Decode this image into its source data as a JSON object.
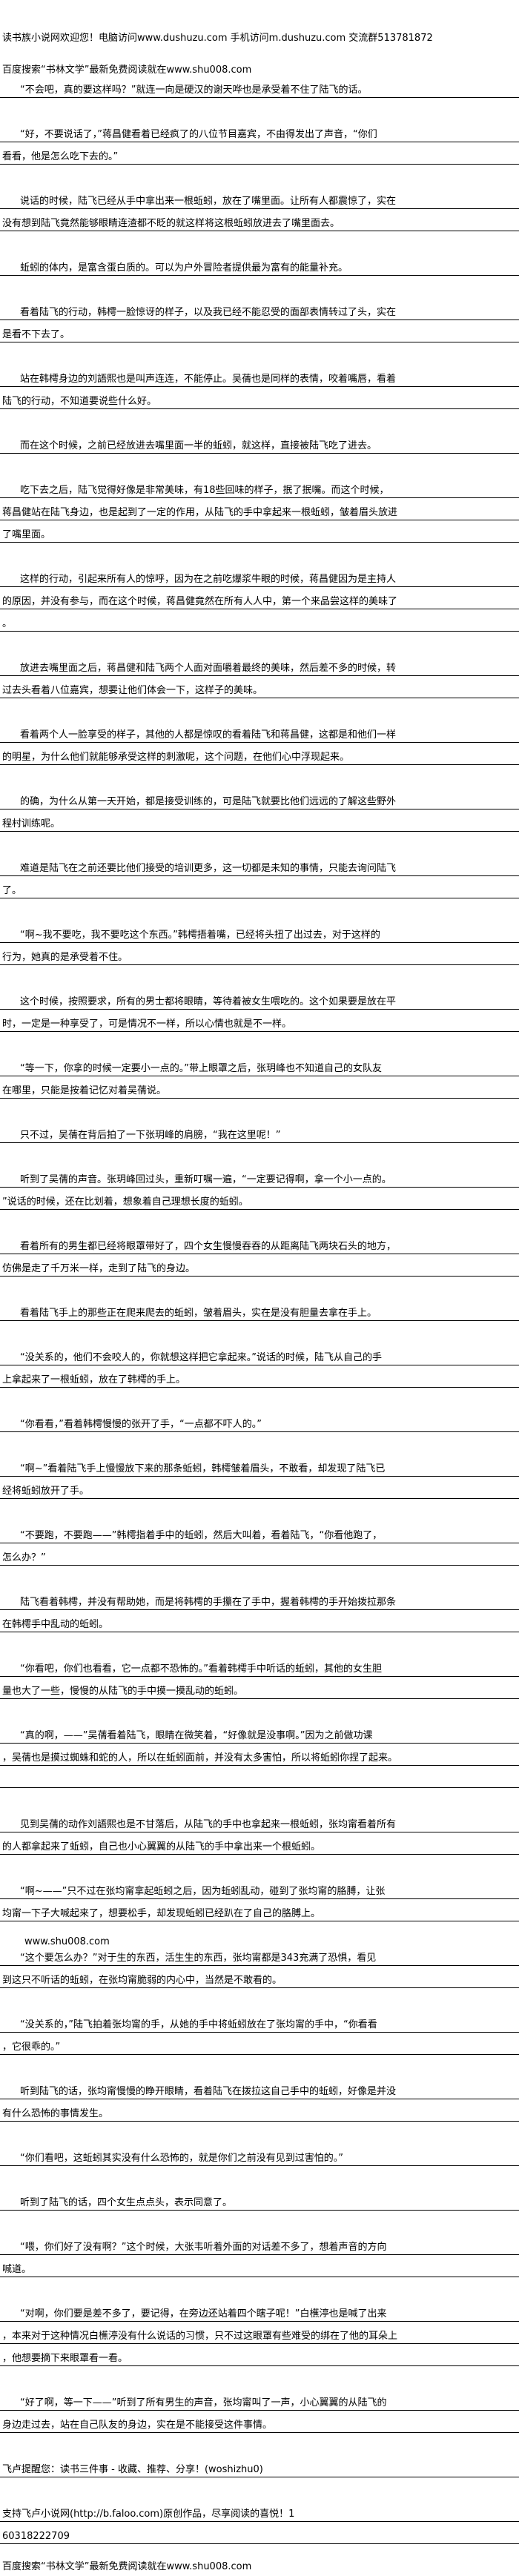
{
  "header": {
    "welcome": "读书族小说网欢迎您！电脑访问www.dushuzu.com 手机访问m.dushuzu.com 交流群513781872",
    "search_promo": "百度搜索“书林文学”最新免费阅读就在www.shu008.com"
  },
  "paragraphs": [
    {
      "lines": [
        "“不会吧，真的要这样吗？”就连一向是硬汉的谢天哗也是承受着不住了陆飞的话。"
      ]
    },
    {
      "lines": [
        "“好，不要说话了，”蒋昌健看着已经疯了的八位节目嘉宾，不由得发出了声音，“你们",
        "看看，他是怎么吃下去的。”"
      ]
    },
    {
      "lines": [
        "说话的时候，陆飞已经从手中拿出来一根蚯蚓，放在了嘴里面。让所有人都震惊了，实在",
        "没有想到陆飞竟然能够眼睛连渣都不眨的就这样将这根蚯蚓放进去了嘴里面去。"
      ]
    },
    {
      "lines": [
        "蚯蚓的体内，是富含蛋白质的。可以为户外冒险者提供最为富有的能量补充。"
      ]
    },
    {
      "lines": [
        "看着陆飞的行动，韩樗一脸惊讶的样子，以及我已经不能忍受的面部表情转过了头，实在",
        "是看不下去了。"
      ]
    },
    {
      "lines": [
        "站在韩樗身边的刘語熙也是叫声连连，不能停止。吴蒨也是同样的表情，咬着嘴唇，看着",
        "陆飞的行动，不知道要说些什么好。"
      ]
    },
    {
      "lines": [
        "而在这个时候，之前已经放进去嘴里面一半的蚯蚓，就这样，直接被陆飞吃了进去。"
      ]
    },
    {
      "lines": [
        "吃下去之后，陆飞觉得好像是非常美味，有18些回味的样子，抿了抿嘴。而这个时候，",
        "蒋昌健站在陆飞身边，也是起到了一定的作用，从陆飞的手中拿起来一根蚯蚓，皱着眉头放进",
        "了嘴里面。"
      ]
    },
    {
      "lines": [
        "这样的行动，引起来所有人的惊呼，因为在之前吃爆浆牛眼的时候，蒋昌健因为是主持人",
        "的原因，并没有参与，而在这个时候，蒋昌健竟然在所有人人中，第一个来品尝这样的美味了",
        "。"
      ]
    },
    {
      "lines": [
        "放进去嘴里面之后，蒋昌健和陆飞两个人面对面嚼着最终的美味，然后差不多的时候，转",
        "过去头看着八位嘉宾，想要让他们体会一下，这样子的美味。"
      ]
    },
    {
      "lines": [
        "看着两个人一脸享受的样子，其他的人都是惊叹的看着陆飞和蒋昌健，这都是和他们一样",
        "的明星，为什么他们就能够承受这样的刺激呢，这个问题，在他们心中浮现起来。"
      ]
    },
    {
      "lines": [
        "的确，为什么从第一天开始，都是接受训练的，可是陆飞就要比他们远远的了解这些野外",
        "程村训练呢。"
      ]
    },
    {
      "lines": [
        "难道是陆飞在之前还要比他们接受的培训更多，这一切都是未知的事情，只能去询问陆飞",
        "了。"
      ]
    },
    {
      "lines": [
        "“啊~我不要吃，我不要吃这个东西。”韩樗捂着嘴，已经将头扭了出过去，对于这样的",
        "行为，她真的是承受着不住。"
      ]
    },
    {
      "lines": [
        "这个时候，按照要求，所有的男士都将眼睛，等待着被女生喂吃的。这个如果要是放在平",
        "时，一定是一种享受了，可是情况不一样，所以心情也就是不一样。"
      ]
    },
    {
      "lines": [
        "“等一下，你拿的时候一定要小一点的。”带上眼罩之后，张玥峰也不知道自己的女队友",
        "在哪里，只能是按着记忆对着吴蒨说。"
      ]
    },
    {
      "lines": [
        "只不过，吴蒨在背后拍了一下张玥峰的肩膀，“我在这里呢！”"
      ]
    },
    {
      "lines": [
        "听到了吴蒨的声音。张玥峰回过头，重新叮嘱一遍，“一定要记得啊，拿一个小一点的。",
        "”说话的时候，还在比划着，想象着自己理想长度的蚯蚓。"
      ]
    },
    {
      "lines": [
        "看着所有的男生都已经将眼罩带好了，四个女生慢慢吞吞的从距离陆飞两块石头的地方，",
        "仿佛是走了千万米一样，走到了陆飞的身边。"
      ]
    },
    {
      "lines": [
        "看着陆飞手上的那些正在爬来爬去的蚯蚓，皱着眉头，实在是没有胆量去拿在手上。"
      ]
    },
    {
      "lines": [
        "“没关系的，他们不会咬人的，你就想这样把它拿起来。”说话的时候，陆飞从自己的手",
        "上拿起来了一根蚯蚓，放在了韩樗的手上。"
      ]
    },
    {
      "lines": [
        "“你看看，”看着韩樗慢慢的张开了手，“一点都不吓人的。”"
      ]
    },
    {
      "lines": [
        "“啊~”看着陆飞手上慢慢放下来的那条蚯蚓，韩樗皱着眉头，不敢看，却发现了陆飞已",
        "经将蚯蚓放开了手。"
      ]
    },
    {
      "lines": [
        "“不要跑，不要跑——”韩樗指着手中的蚯蚓，然后大叫着，看着陆飞，“你看他跑了，",
        "怎么办？”"
      ]
    },
    {
      "lines": [
        "陆飞看着韩樗，并没有帮助她，而是将韩樗的手攥在了手中，握着韩樗的手开始拨拉那条",
        "在韩樗手中乱动的蚯蚓。"
      ]
    },
    {
      "lines": [
        "“你看吧，你们也看看，它一点都不恐怖的。”看着韩樗手中听话的蚯蚓，其他的女生胆",
        "量也大了一些，慢慢的从陆飞的手中摸一摸乱动的蚯蚓。"
      ]
    },
    {
      "lines": [
        "“真的啊，——”吴蒨看着陆飞，眼睛在微笑着，“好像就是没事啊。”因为之前做功课",
        "，吴蒨也是摸过蜘蛛和蛇的人，所以在蚯蚓面前，并没有太多害怕，所以将蚯蚓你捏了起来。",
        ""
      ]
    },
    {
      "lines": [
        "见到吴蒨的动作刘語熙也是不甘落后，从陆飞的手中也拿起来一根蚯蚓，张均甯看着所有",
        "的人都拿起来了蚯蚓，自己也小心翼翼的从陆飞的手中拿出来一个根蚯蚓。"
      ]
    },
    {
      "lines": [
        "“啊~——”只不过在张均甯拿起蚯蚓之后，因为蚯蚓乱动，碰到了张均甯的胳膊，让张",
        "均甯一下子大喊起来了，想要松手，却发现蚯蚓已经趴在了自己的胳膊上。"
      ]
    },
    {
      "url": "www.shu008.com"
    },
    {
      "lines": [
        "“这个要怎么办？”对于生的东西，活生生的东西，张均甯都是343充满了恐惧，看见",
        "到这只不听话的蚯蚓，在张均甯脆弱的内心中，当然是不敢看的。"
      ]
    },
    {
      "lines": [
        "“没关系的，”陆飞拍着张均甯的手，从她的手中将蚯蚓放在了张均甯的手中，“你看看",
        "，它很乖的。”"
      ]
    },
    {
      "lines": [
        "听到陆飞的话，张均甯慢慢的睁开眼睛，看着陆飞在拨拉这自己手中的蚯蚓，好像是并没",
        "有什么恐怖的事情发生。"
      ]
    },
    {
      "lines": [
        "“你们看吧，这蚯蚓其实没有什么恐怖的，就是你们之前没有见到过害怕的。”"
      ]
    },
    {
      "lines": [
        "听到了陆飞的话，四个女生点点头，表示同意了。"
      ]
    },
    {
      "lines": [
        "“喂，你们好了没有啊？”这个时候，大张韦听着外面的对话差不多了，想着声音的方向",
        "喊道。"
      ]
    },
    {
      "lines": [
        "“对啊，你们要是差不多了，要记得，在旁边还站着四个瞎子呢！”白櫵渟也是喊了出来",
        "，本来对于这种情况白櫵渟没有什么说话的习惯，只不过这眼罩有些难受的绑在了他的耳朵上",
        "，他想要摘下来眼罩看一看。"
      ]
    },
    {
      "lines": [
        "“好了啊，等一下——”听到了所有男生的声音，张均甯叫了一声，小心翼翼的从陆飞的",
        "身边走过去，站在自己队友的身边，实在是不能接受这件事情。"
      ]
    },
    {
      "lines": [
        "飞卢提醒您：读书三件事 - 收藏、推荐、分享！(woshizhu0)"
      ],
      "indent": false
    },
    {
      "lines": [
        "支持飞卢小说网(http://b.faloo.com)原创作品，尽享阅读的喜悦！1",
        "60318222709"
      ],
      "indent": false
    }
  ],
  "footer": {
    "search_promo": "百度搜索“书林文学”最新免费阅读就在www.shu008.com"
  }
}
